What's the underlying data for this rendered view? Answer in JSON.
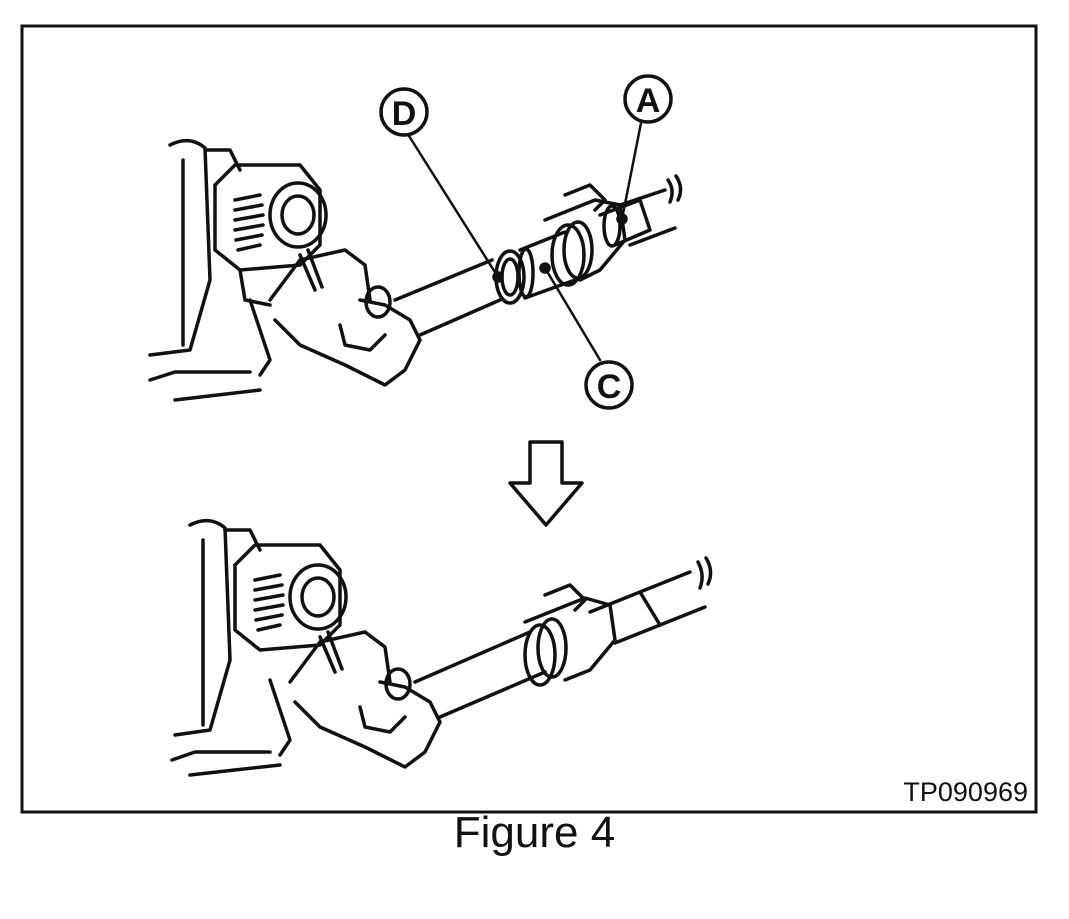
{
  "figure": {
    "caption": "Figure 4",
    "code": "TP090969",
    "callouts": {
      "a": "A",
      "c": "C",
      "d": "D"
    },
    "step_arrow_icon": "down-arrow-icon"
  }
}
